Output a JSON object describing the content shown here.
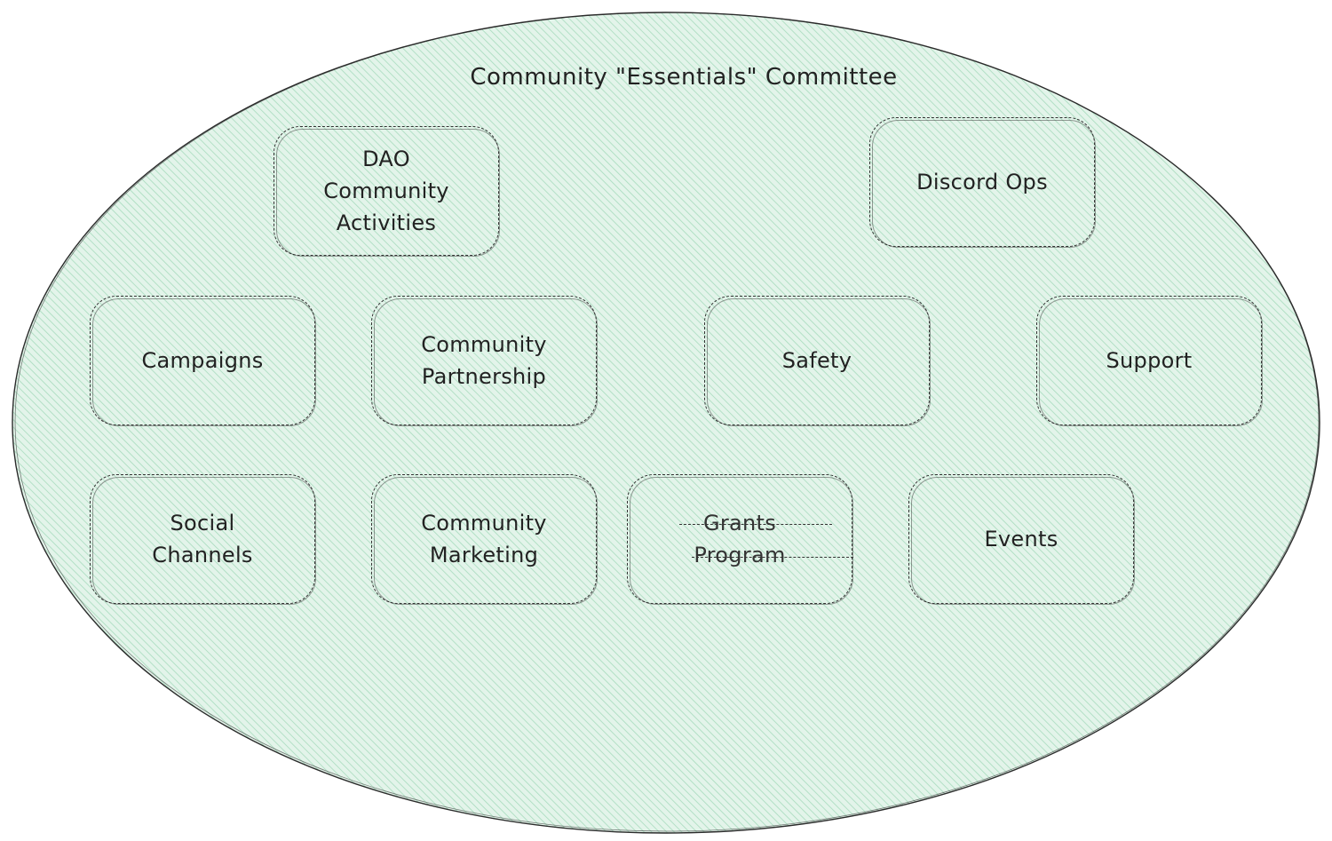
{
  "diagram": {
    "title": "Community \"Essentials\" Committee",
    "fill_color": "#d4ede0",
    "hatch_color": "#9fd6b8",
    "stroke_color": "#2b2b2b",
    "boxes": {
      "dao": "DAO\nCommunity\nActivities",
      "discord": "Discord Ops",
      "campaigns": "Campaigns",
      "partnership": "Community\nPartnership",
      "safety": "Safety",
      "support": "Support",
      "social": "Social\nChannels",
      "marketing": "Community\nMarketing",
      "grants": "Grants\nProgram",
      "events": "Events"
    },
    "struck_through": [
      "Grants Program"
    ]
  }
}
